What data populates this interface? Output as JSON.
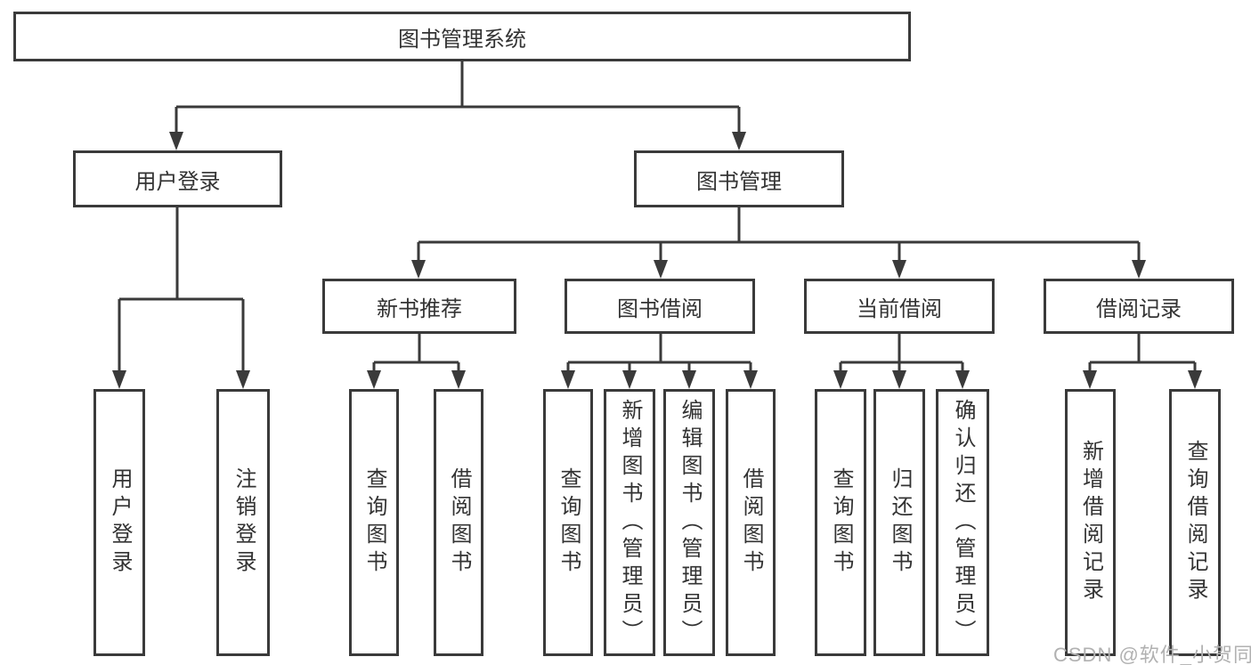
{
  "diagram": {
    "root": "图书管理系统",
    "level1": [
      "用户登录",
      "图书管理"
    ],
    "level2": [
      "新书推荐",
      "图书借阅",
      "当前借阅",
      "借阅记录"
    ],
    "level3": {
      "user_login": [
        "用户登录",
        "注销登录"
      ],
      "new_book": [
        "查询图书",
        "借阅图书"
      ],
      "book_borrow": [
        "查询图书",
        "新增图书（管理员）",
        "编辑图书（管理员）",
        "借阅图书"
      ],
      "current_borrow": [
        "查询图书",
        "归还图书",
        "确认归还（管理员）"
      ],
      "borrow_record": [
        "新增借阅记录",
        "查询借阅记录"
      ]
    }
  },
  "watermark": "CSDN @软件_小贺同学",
  "colors": {
    "background": "#ffffff",
    "line": "#3a3a3a",
    "box_border": "#3a3a3a",
    "box_fill": "#ffffff",
    "text": "#333333",
    "watermark_text": "#b1b1b1"
  }
}
